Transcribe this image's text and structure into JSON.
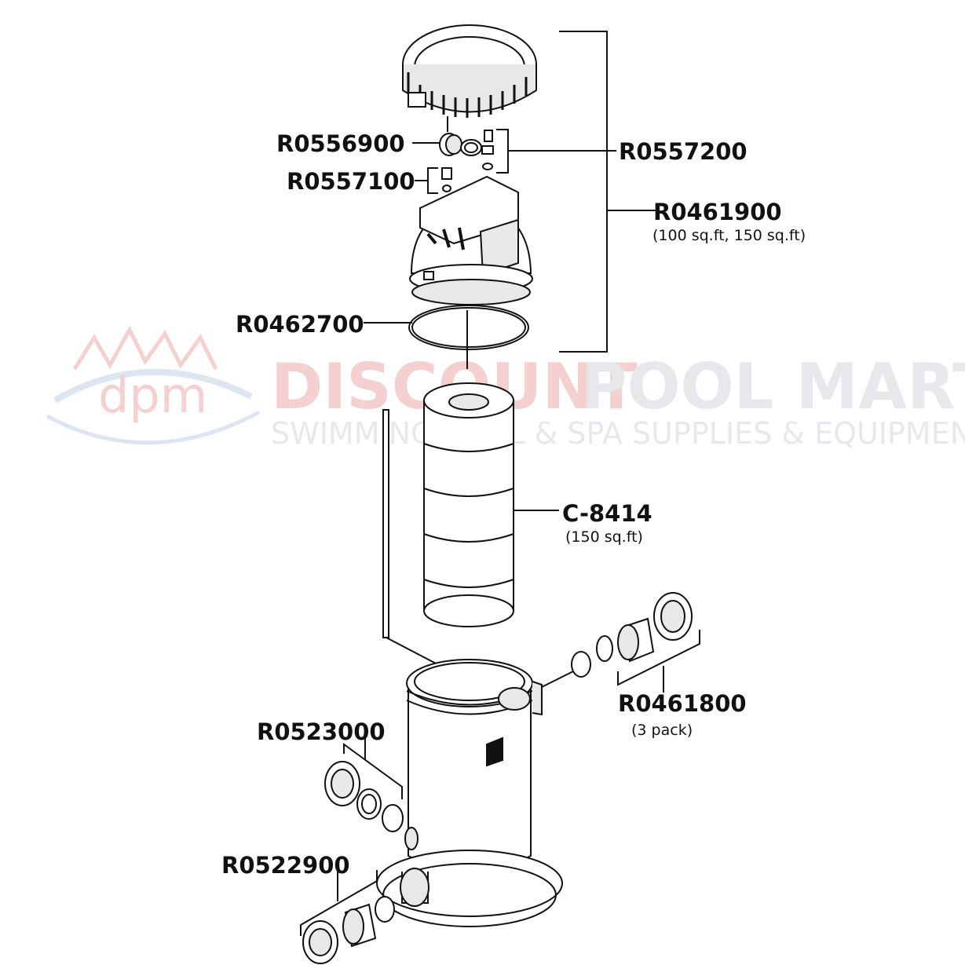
{
  "watermark": {
    "logo": "dpm",
    "title_part1": "DISCOUNT",
    "title_part2": "POOL MART",
    "subtitle": "SWIMMING POOL & SPA SUPPLIES & EQUIPMENT",
    "colors": {
      "red": "#f4cccc",
      "blue": "#d9e3f0",
      "grey": "#e4e6eb"
    }
  },
  "labels": {
    "r0556900": "R0556900",
    "r0557100": "R0557100",
    "r0557200": "R0557200",
    "r0461900": "R0461900",
    "r0461900_note": "(100 sq.ft, 150 sq.ft)",
    "r0462700": "R0462700",
    "c8414": "C-8414",
    "c8414_note": "(150 sq.ft)",
    "r0461800": "R0461800",
    "r0461800_note": "(3 pack)",
    "r0523000": "R0523000",
    "r0522900": "R0522900"
  },
  "colors": {
    "line": "#111111",
    "fill": "#ffffff",
    "shade": "#e8e8e8"
  }
}
